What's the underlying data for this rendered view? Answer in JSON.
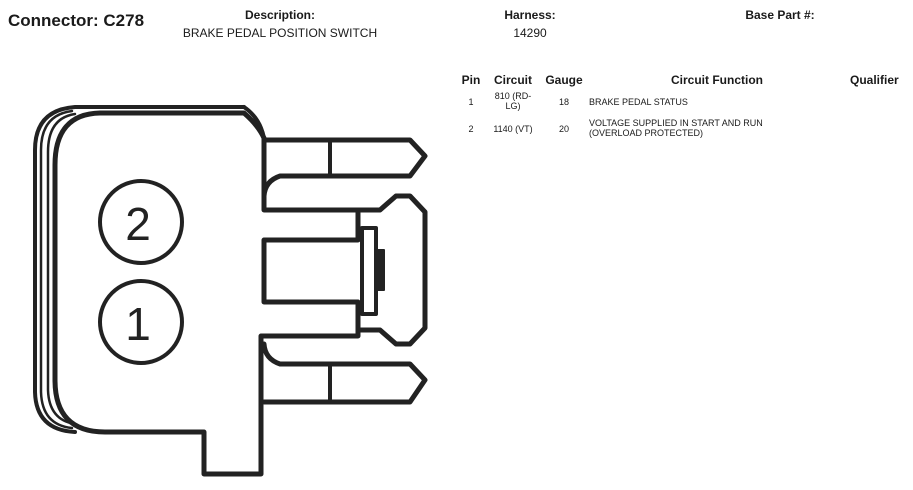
{
  "connector": {
    "label": "Connector:",
    "id": "C278"
  },
  "description": {
    "label": "Description:",
    "value": "BRAKE PEDAL POSITION SWITCH"
  },
  "harness": {
    "label": "Harness:",
    "value": "14290"
  },
  "base_part": {
    "label": "Base Part #:",
    "value": ""
  },
  "table": {
    "headers": {
      "pin": "Pin",
      "circuit": "Circuit",
      "gauge": "Gauge",
      "function": "Circuit Function",
      "qualifier": "Qualifier"
    },
    "rows": [
      {
        "pin": "1",
        "circuit_line1": "810 (RD-",
        "circuit_line2": "LG)",
        "gauge": "18",
        "function_line1": "BRAKE PEDAL STATUS",
        "function_line2": ""
      },
      {
        "pin": "2",
        "circuit_line1": "1140 (VT)",
        "circuit_line2": "",
        "gauge": "20",
        "function_line1": "VOLTAGE SUPPLIED IN START AND RUN",
        "function_line2": "(OVERLOAD PROTECTED)"
      }
    ]
  },
  "diagram": {
    "pin_labels": [
      "2",
      "1"
    ]
  }
}
